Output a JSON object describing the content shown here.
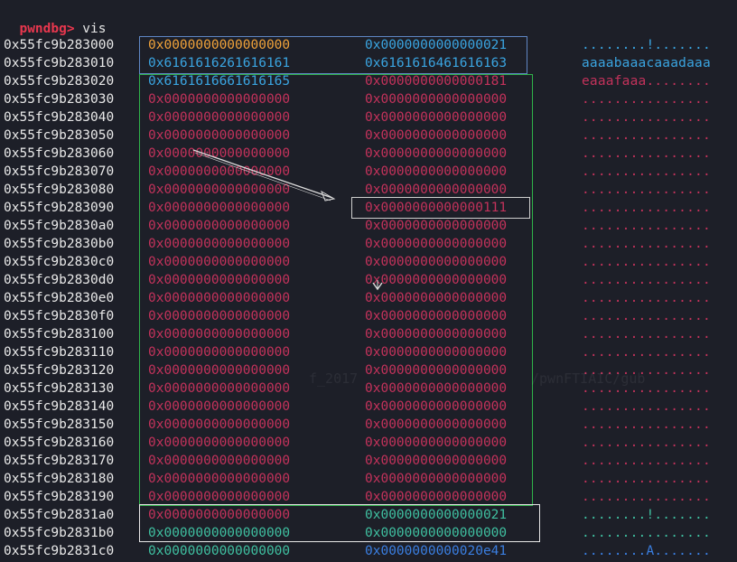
{
  "prompt": {
    "label": "pwndbg>",
    "command": " vis"
  },
  "colors": {
    "background": "#1d1f28",
    "prompt": "#e8374e",
    "address": "#e8e8e8",
    "orange": "#f0a23a",
    "blue": "#3aa4e0",
    "pink": "#c3325b",
    "teal": "#3fbfa0",
    "dark_blue": "#3a7ee0",
    "box_blue": "#5f86c4",
    "box_green": "#2fb24a",
    "box_white": "#e8e8e8"
  },
  "rows": [
    {
      "addr": "0x55fc9b283000",
      "q1": "0x0000000000000000",
      "c1": "orange",
      "q2": "0x0000000000000021",
      "c2": "blue",
      "ascii": "........!.......",
      "ca": "blue"
    },
    {
      "addr": "0x55fc9b283010",
      "q1": "0x6161616261616161",
      "c1": "blue",
      "q2": "0x6161616461616163",
      "c2": "blue",
      "ascii": "aaaabaaacaaadaaa",
      "ca": "blue"
    },
    {
      "addr": "0x55fc9b283020",
      "q1": "0x6161616661616165",
      "c1": "blue",
      "q2": "0x0000000000000181",
      "c2": "pink",
      "ascii": "eaaafaaa........",
      "ca": "pink"
    },
    {
      "addr": "0x55fc9b283030",
      "q1": "0x0000000000000000",
      "c1": "pink",
      "q2": "0x0000000000000000",
      "c2": "pink",
      "ascii": "................",
      "ca": "pink"
    },
    {
      "addr": "0x55fc9b283040",
      "q1": "0x0000000000000000",
      "c1": "pink",
      "q2": "0x0000000000000000",
      "c2": "pink",
      "ascii": "................",
      "ca": "pink"
    },
    {
      "addr": "0x55fc9b283050",
      "q1": "0x0000000000000000",
      "c1": "pink",
      "q2": "0x0000000000000000",
      "c2": "pink",
      "ascii": "................",
      "ca": "pink"
    },
    {
      "addr": "0x55fc9b283060",
      "q1": "0x0000000000000000",
      "c1": "pink",
      "q2": "0x0000000000000000",
      "c2": "pink",
      "ascii": "................",
      "ca": "pink"
    },
    {
      "addr": "0x55fc9b283070",
      "q1": "0x0000000000000000",
      "c1": "pink",
      "q2": "0x0000000000000000",
      "c2": "pink",
      "ascii": "................",
      "ca": "pink"
    },
    {
      "addr": "0x55fc9b283080",
      "q1": "0x0000000000000000",
      "c1": "pink",
      "q2": "0x0000000000000000",
      "c2": "pink",
      "ascii": "................",
      "ca": "pink"
    },
    {
      "addr": "0x55fc9b283090",
      "q1": "0x0000000000000000",
      "c1": "pink",
      "q2": "0x0000000000000111",
      "c2": "pink",
      "ascii": "................",
      "ca": "pink"
    },
    {
      "addr": "0x55fc9b2830a0",
      "q1": "0x0000000000000000",
      "c1": "pink",
      "q2": "0x0000000000000000",
      "c2": "pink",
      "ascii": "................",
      "ca": "pink"
    },
    {
      "addr": "0x55fc9b2830b0",
      "q1": "0x0000000000000000",
      "c1": "pink",
      "q2": "0x0000000000000000",
      "c2": "pink",
      "ascii": "................",
      "ca": "pink"
    },
    {
      "addr": "0x55fc9b2830c0",
      "q1": "0x0000000000000000",
      "c1": "pink",
      "q2": "0x0000000000000000",
      "c2": "pink",
      "ascii": "................",
      "ca": "pink"
    },
    {
      "addr": "0x55fc9b2830d0",
      "q1": "0x0000000000000000",
      "c1": "pink",
      "q2": "0x0000000000000000",
      "c2": "pink",
      "ascii": "................",
      "ca": "pink"
    },
    {
      "addr": "0x55fc9b2830e0",
      "q1": "0x0000000000000000",
      "c1": "pink",
      "q2": "0x0000000000000000",
      "c2": "pink",
      "ascii": "................",
      "ca": "pink"
    },
    {
      "addr": "0x55fc9b2830f0",
      "q1": "0x0000000000000000",
      "c1": "pink",
      "q2": "0x0000000000000000",
      "c2": "pink",
      "ascii": "................",
      "ca": "pink"
    },
    {
      "addr": "0x55fc9b283100",
      "q1": "0x0000000000000000",
      "c1": "pink",
      "q2": "0x0000000000000000",
      "c2": "pink",
      "ascii": "................",
      "ca": "pink"
    },
    {
      "addr": "0x55fc9b283110",
      "q1": "0x0000000000000000",
      "c1": "pink",
      "q2": "0x0000000000000000",
      "c2": "pink",
      "ascii": "................",
      "ca": "pink"
    },
    {
      "addr": "0x55fc9b283120",
      "q1": "0x0000000000000000",
      "c1": "pink",
      "q2": "0x0000000000000000",
      "c2": "pink",
      "ascii": "................",
      "ca": "pink"
    },
    {
      "addr": "0x55fc9b283130",
      "q1": "0x0000000000000000",
      "c1": "pink",
      "q2": "0x0000000000000000",
      "c2": "pink",
      "ascii": "................",
      "ca": "pink"
    },
    {
      "addr": "0x55fc9b283140",
      "q1": "0x0000000000000000",
      "c1": "pink",
      "q2": "0x0000000000000000",
      "c2": "pink",
      "ascii": "................",
      "ca": "pink"
    },
    {
      "addr": "0x55fc9b283150",
      "q1": "0x0000000000000000",
      "c1": "pink",
      "q2": "0x0000000000000000",
      "c2": "pink",
      "ascii": "................",
      "ca": "pink"
    },
    {
      "addr": "0x55fc9b283160",
      "q1": "0x0000000000000000",
      "c1": "pink",
      "q2": "0x0000000000000000",
      "c2": "pink",
      "ascii": "................",
      "ca": "pink"
    },
    {
      "addr": "0x55fc9b283170",
      "q1": "0x0000000000000000",
      "c1": "pink",
      "q2": "0x0000000000000000",
      "c2": "pink",
      "ascii": "................",
      "ca": "pink"
    },
    {
      "addr": "0x55fc9b283180",
      "q1": "0x0000000000000000",
      "c1": "pink",
      "q2": "0x0000000000000000",
      "c2": "pink",
      "ascii": "................",
      "ca": "pink"
    },
    {
      "addr": "0x55fc9b283190",
      "q1": "0x0000000000000000",
      "c1": "pink",
      "q2": "0x0000000000000000",
      "c2": "pink",
      "ascii": "................",
      "ca": "pink"
    },
    {
      "addr": "0x55fc9b2831a0",
      "q1": "0x0000000000000000",
      "c1": "pink",
      "q2": "0x0000000000000021",
      "c2": "teal",
      "ascii": "........!.......",
      "ca": "teal"
    },
    {
      "addr": "0x55fc9b2831b0",
      "q1": "0x0000000000000000",
      "c1": "teal",
      "q2": "0x0000000000000000",
      "c2": "teal",
      "ascii": "................",
      "ca": "teal"
    },
    {
      "addr": "0x55fc9b2831c0",
      "q1": "0x0000000000000000",
      "c1": "teal",
      "q2": "0x0000000000020e41",
      "c2": "dark_blue",
      "ascii": "........A.......",
      "ca": "dark_blue"
    }
  ],
  "watermark": {
    "text1": "f_2017",
    "text2": "/pwnFTIAIC/gub"
  }
}
